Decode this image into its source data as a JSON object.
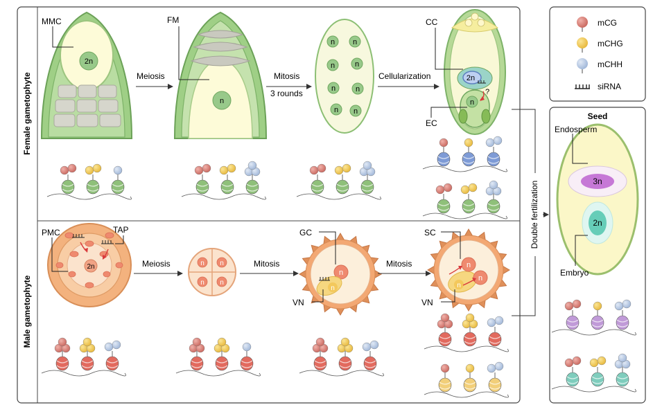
{
  "panels": {
    "female_title": "Female gametophyte",
    "male_title": "Male gametophyte",
    "seed_title": "Seed",
    "double_fertilization": "Double fertilization"
  },
  "female": {
    "mmc": "MMC",
    "fm": "FM",
    "meiosis": "Meiosis",
    "mitosis": "Mitosis",
    "rounds": "3 rounds",
    "cellularization": "Cellularization",
    "cc": "CC",
    "ec": "EC",
    "ploidy_2n": "2n",
    "ploidy_n": "n",
    "question": "?"
  },
  "male": {
    "pmc": "PMC",
    "tap": "TAP",
    "meiosis": "Meiosis",
    "mitosis1": "Mitosis",
    "mitosis2": "Mitosis",
    "gc": "GC",
    "vn": "VN",
    "sc": "SC",
    "vn2": "VN",
    "ploidy_2n": "2n",
    "ploidy_n": "n"
  },
  "seed": {
    "endosperm": "Endosperm",
    "endosperm_ploidy": "3n",
    "embryo": "Embryo",
    "embryo_ploidy": "2n"
  },
  "legend": {
    "items": [
      {
        "label": "mCG",
        "color": "#d9837a"
      },
      {
        "label": "mCHG",
        "color": "#f2cc55"
      },
      {
        "label": "mCHH",
        "color": "#b8cce6"
      },
      {
        "label": "siRNA",
        "color": "#333333"
      }
    ]
  },
  "colors": {
    "female_green": "#8fc07a",
    "female_light": "#fdfbd8",
    "male_orange": "#f0a576",
    "male_light": "#fbe3cd",
    "nucleosome_red": "#e26a5e",
    "nucleosome_blue": "#7e9bd6",
    "nucleosome_yellow": "#f2cf7a",
    "nucleosome_purple": "#c09ad8",
    "nucleosome_teal": "#7fcdbd",
    "embryo_teal": "#66cdb8",
    "endosperm_purple": "#c678d6"
  }
}
